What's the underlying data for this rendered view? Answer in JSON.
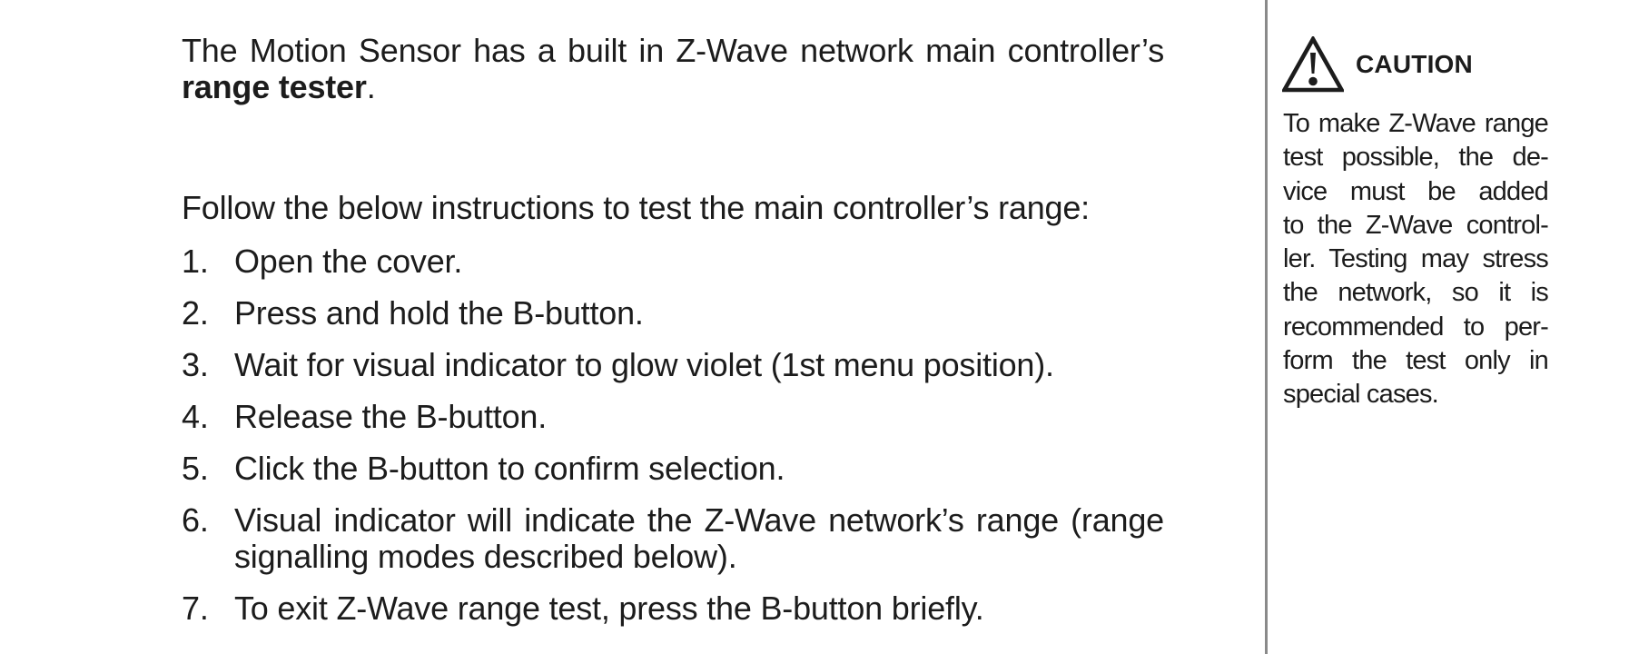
{
  "page": {
    "intro": {
      "line1": "The Motion Sensor has a built in Z-Wave network main controller’s",
      "bold_text": "range tester",
      "suffix": "."
    },
    "instructions_lead": "Follow the below instructions to test the main controller’s range:",
    "steps": [
      {
        "num": "1.",
        "line1": "Open the cover."
      },
      {
        "num": "2.",
        "line1": "Press and hold the B-button."
      },
      {
        "num": "3.",
        "line1": "Wait for visual indicator to glow violet (1st menu position)."
      },
      {
        "num": "4.",
        "line1": "Release the B-button."
      },
      {
        "num": "5.",
        "line1": "Click the B-button to confirm selection."
      },
      {
        "num": "6.",
        "line1": "Visual indicator will indicate the Z-Wave network’s range (range",
        "line2": "signalling modes described below)."
      },
      {
        "num": "7.",
        "line1": "To exit Z-Wave range test, press the B-button briefly."
      }
    ]
  },
  "caution": {
    "title": "CAUTION",
    "icon": "warning-triangle-icon",
    "lines": [
      "To make Z-Wave range",
      "test possible, the de-",
      "vice must be added",
      "to the Z-Wave control-",
      "ler. Testing may stress",
      "the network, so it is",
      "recommended to per-",
      "form the test only in",
      "special cases."
    ]
  },
  "colors": {
    "text": "#1c1c1c",
    "divider": "#8a8a8a",
    "background": "#ffffff"
  }
}
